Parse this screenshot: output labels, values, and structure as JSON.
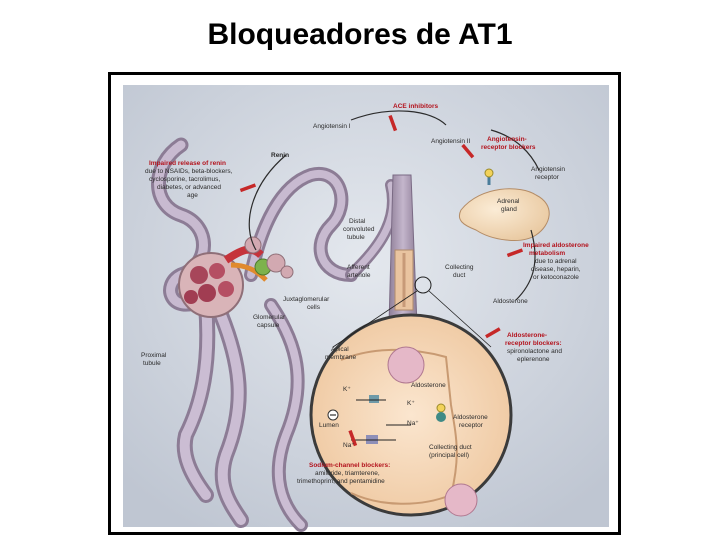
{
  "slide": {
    "title": "Bloqueadores de AT1"
  },
  "figure": {
    "labels": {
      "ace_inhibitors": "ACE inhibitors",
      "angiotensin_1": "Angiotensin I",
      "angiotensin_2": "Angiotensin II",
      "arb_line1": "Angiotensin-",
      "arb_line2": "receptor blockers",
      "renin": "Renin",
      "impaired_renin_1": "Impaired release of renin",
      "impaired_renin_2": "due to NSAIDs, beta-blockers,",
      "impaired_renin_3": "cyclosporine, tacrolimus,",
      "impaired_renin_4": "diabetes, or advanced",
      "impaired_renin_5": "age",
      "ang_receptor_1": "Angiotensin",
      "ang_receptor_2": "receptor",
      "adrenal_1": "Adrenal",
      "adrenal_2": "gland",
      "distal_1": "Distal",
      "distal_2": "convoluted",
      "distal_3": "tubule",
      "impaired_aldo_1": "Impaired aldosterone",
      "impaired_aldo_2": "metabolism",
      "impaired_aldo_3": "due to adrenal",
      "impaired_aldo_4": "disease, heparin,",
      "impaired_aldo_5": "or ketoconazole",
      "afferent_1": "Afferent",
      "afferent_2": "arteriole",
      "collecting_1": "Collecting",
      "collecting_2": "duct",
      "aldosterone": "Aldosterone",
      "juxta_1": "Juxtaglomerular",
      "juxta_2": "cells",
      "glom_1": "Glomerular",
      "glom_2": "capsule",
      "aldo_blockers_1": "Aldosterone-",
      "aldo_blockers_2": "receptor blockers:",
      "aldo_blockers_3": "spironolactone and",
      "aldo_blockers_4": "eplerenone",
      "apical_1": "Apical",
      "apical_2": "membrane",
      "proximal_1": "Proximal",
      "proximal_2": "tubule",
      "aldosterone_cell": "Aldosterone",
      "k_ion": "K⁺",
      "k_ion_2": "K⁺",
      "lumen": "Lumen",
      "na_ion": "Na⁺",
      "na_ion_2": "Na⁺",
      "aldo_receptor_1": "Aldosterone",
      "aldo_receptor_2": "receptor",
      "principal_1": "Collecting duct",
      "principal_2": "(principal cell)",
      "sodium_block_1": "Sodium-channel blockers:",
      "sodium_block_2": "amiloride, triamterene,",
      "sodium_block_3": "trimethoprim, and pentamidine"
    }
  }
}
